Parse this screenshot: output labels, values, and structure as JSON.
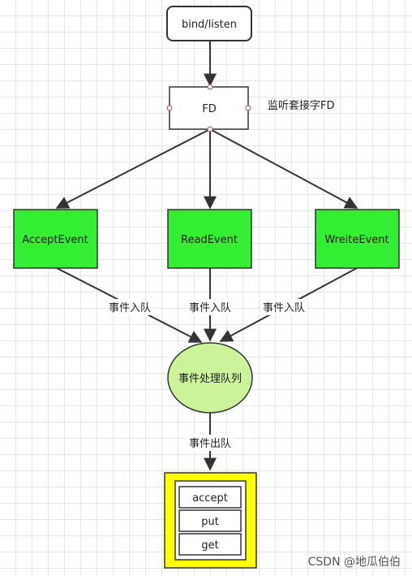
{
  "nodes": {
    "bind": "bind/listen",
    "fd": "FD",
    "fd_note": "监听套接字FD",
    "accept_event": "AcceptEvent",
    "read_event": "ReadEvent",
    "write_event": "WreiteEvent",
    "queue": "事件处理队列",
    "ops": [
      "accept",
      "put",
      "get"
    ]
  },
  "edges": {
    "enqueue_left": "事件入队",
    "enqueue_mid": "事件入队",
    "enqueue_right": "事件入队",
    "dequeue": "事件出队"
  },
  "watermark": "CSDN @地瓜伯伯",
  "colors": {
    "event_fill": "#33ee33",
    "queue_fill": "#ccf29a",
    "ops_frame": "#ffff00",
    "stroke": "#333333"
  }
}
